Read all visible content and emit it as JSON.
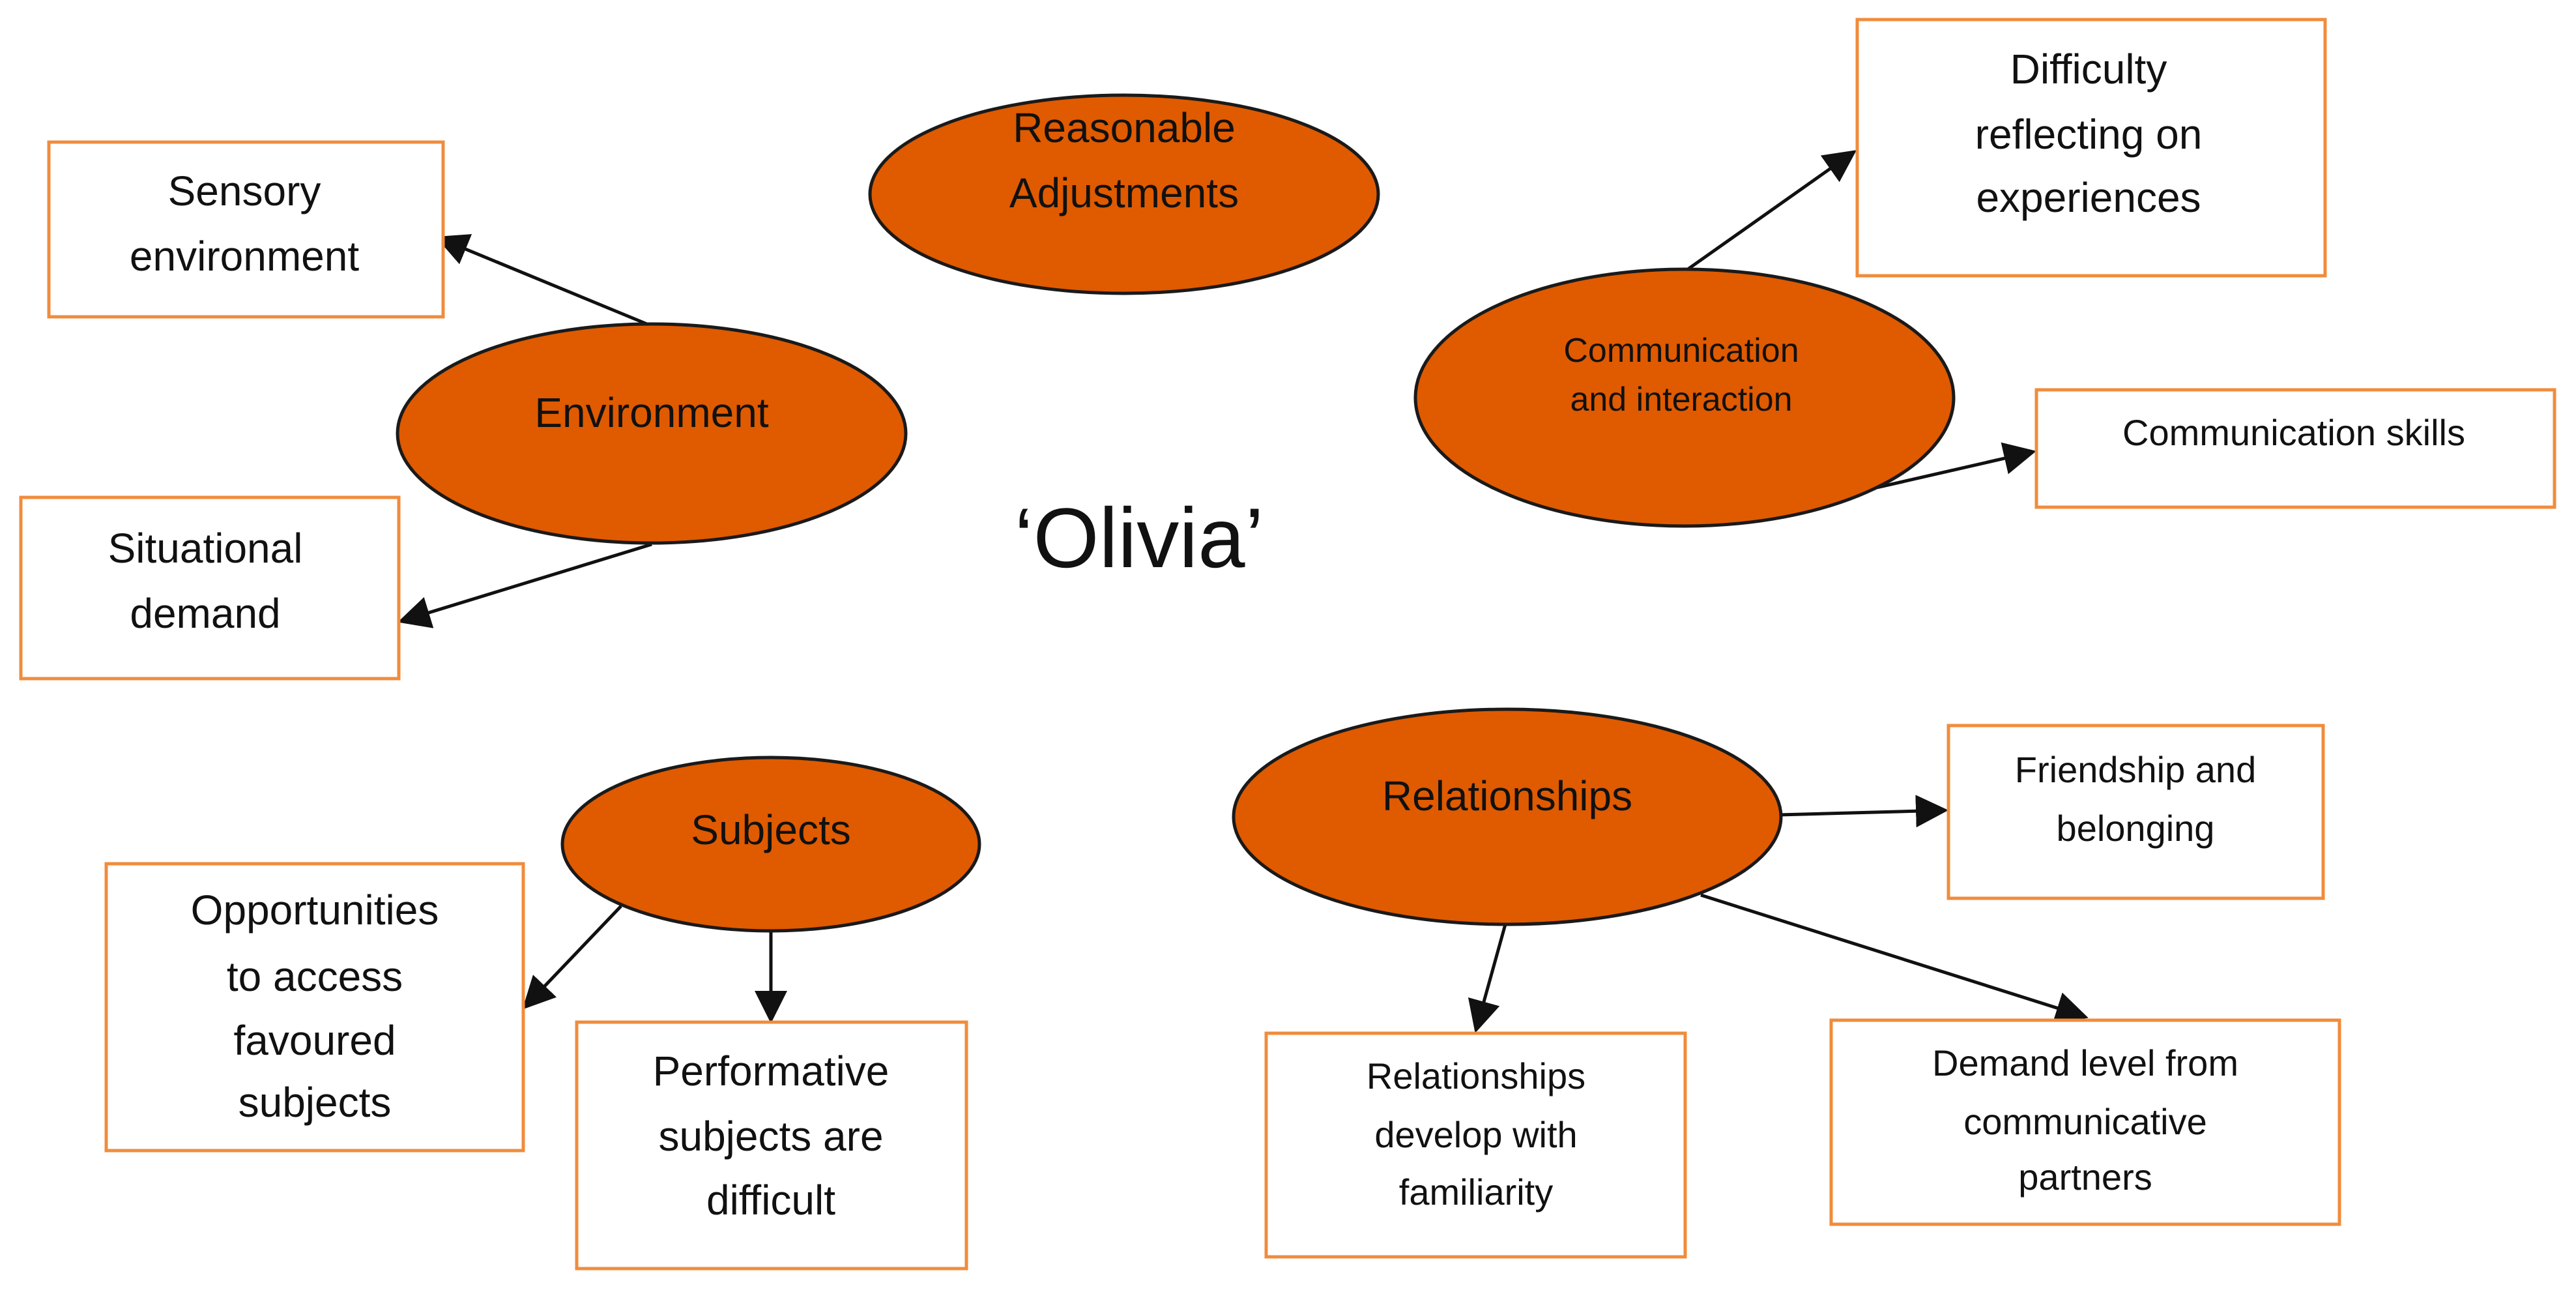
{
  "title": "‘Olivia’",
  "nodes": {
    "reasonable_adjustments": [
      "Reasonable",
      "Adjustments"
    ],
    "environment": [
      "Environment"
    ],
    "communication": [
      "Communication",
      "and interaction"
    ],
    "subjects": [
      "Subjects"
    ],
    "relationships": [
      "Relationships"
    ]
  },
  "boxes": {
    "sensory": [
      "Sensory",
      "environment"
    ],
    "situational": [
      "Situational",
      "demand"
    ],
    "difficulty": [
      "Difficulty",
      "reflecting on",
      "experiences"
    ],
    "comm_skills": [
      "Communication  skills"
    ],
    "opportunities": [
      "Opportunities",
      "to access",
      "favoured",
      "subjects"
    ],
    "performative": [
      "Performative",
      "subjects are",
      "difficult"
    ],
    "friendship": [
      "Friendship  and",
      "belonging"
    ],
    "rel_develop": [
      "Relationships",
      "develop with",
      "familiarity"
    ],
    "demand_level": [
      "Demand level from",
      "communicative",
      "partners"
    ]
  },
  "colors": {
    "ellipse_fill": "#e05a00",
    "box_border": "#f08c3c",
    "line": "#111111"
  }
}
